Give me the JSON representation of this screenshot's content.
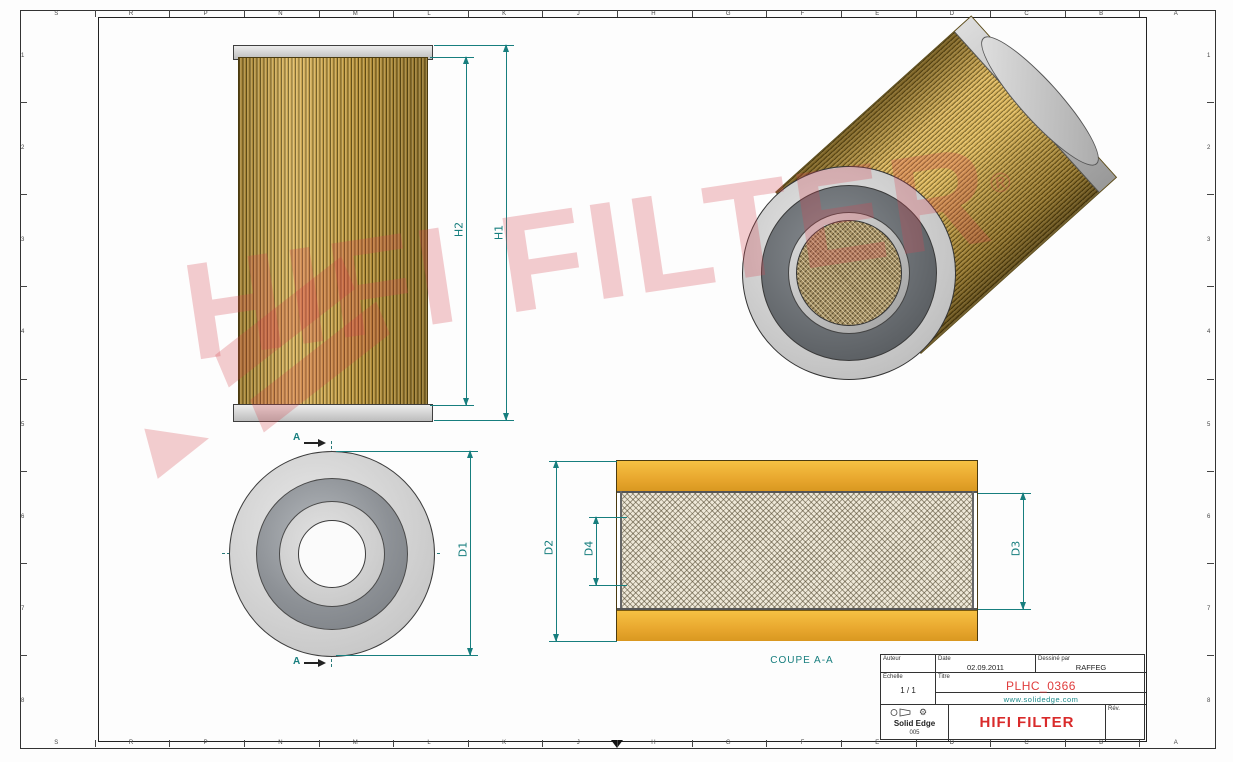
{
  "sheet": {
    "zones_h": [
      "S",
      "R",
      "P",
      "N",
      "M",
      "L",
      "K",
      "J",
      "H",
      "G",
      "F",
      "E",
      "D",
      "C",
      "B",
      "A"
    ],
    "zones_v": [
      "1",
      "2",
      "3",
      "4",
      "5",
      "6",
      "7",
      "8"
    ]
  },
  "watermark": {
    "text": "HIFI FILTER",
    "registered": "®"
  },
  "views": {
    "front_view": {
      "dim_h2": "H2",
      "dim_h1": "H1"
    },
    "top_view": {
      "dim_d1": "D1",
      "section_letter_top": "A",
      "section_letter_bottom": "A"
    },
    "section_view": {
      "dim_d2": "D2",
      "dim_d4": "D4",
      "dim_d3": "D3",
      "caption": "COUPE A-A"
    }
  },
  "title_block": {
    "author_label": "Auteur",
    "date_label": "Date",
    "date_value": "02.09.2011",
    "drawn_label": "Dessiné par",
    "drawn_value": "RAFFEG",
    "scale_label": "Echelle",
    "scale_value": "1 / 1",
    "title_label": "Titre",
    "document_number": "PLHC_0366",
    "website": "www.solidedge.com",
    "app_name": "Solid Edge",
    "app_version": "005",
    "company": "HIFI FILTER",
    "rev_label": "Rév."
  },
  "colors": {
    "dimension": "#177e7e",
    "accent_red": "#d92b2b",
    "pleat_light": "#e0bb62",
    "pleat_dark": "#6d5618",
    "cap_yellow": "#f0b02f"
  }
}
